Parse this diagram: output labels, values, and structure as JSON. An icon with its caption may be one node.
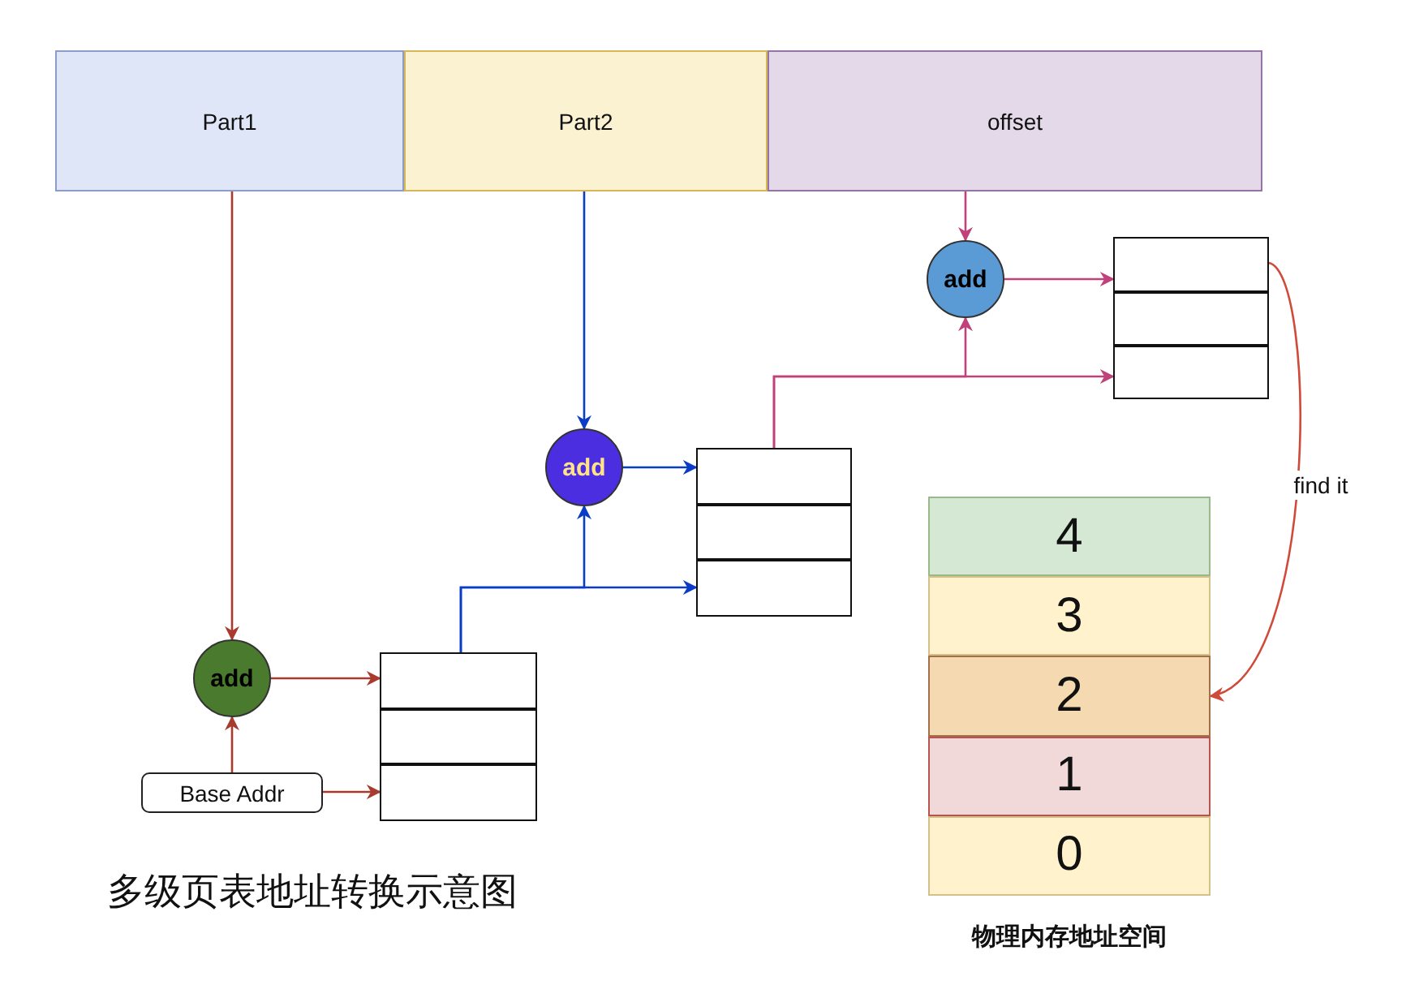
{
  "diagram": {
    "caption": "多级页表地址转换示意图",
    "nodes": [
      {
        "text": [
          "Part1"
        ]
      },
      {
        "text": [
          "Part2"
        ]
      },
      {
        "text": [
          "offset"
        ]
      },
      {
        "text": [
          "add"
        ]
      },
      {
        "text": [
          "Base Addr"
        ]
      },
      {
        "text": [],
        "shape": "box"
      },
      {
        "text": [],
        "shape": "box",
        "in": 5
      },
      {
        "text": [],
        "shape": "box",
        "in": 5
      },
      {
        "text": [],
        "shape": "box",
        "in": 5
      },
      {
        "text": [
          "add"
        ]
      },
      {
        "text": [],
        "shape": "box"
      },
      {
        "text": [],
        "shape": "box",
        "in": 10
      },
      {
        "text": [],
        "shape": "box",
        "in": 10
      },
      {
        "text": [],
        "shape": "box",
        "in": 10
      },
      {
        "text": [
          "add"
        ]
      },
      {
        "text": [],
        "shape": "box"
      },
      {
        "text": [],
        "shape": "box",
        "in": 15
      },
      {
        "text": [],
        "shape": "box",
        "in": 15
      },
      {
        "text": [],
        "shape": "box",
        "in": 15
      },
      {
        "text": [],
        "shape": "box"
      },
      {
        "text": [
          "4"
        ],
        "in": 19
      },
      {
        "text": [
          "3"
        ],
        "in": 19
      },
      {
        "text": [
          "2"
        ],
        "in": 19
      },
      {
        "text": [
          "1"
        ],
        "in": 19
      },
      {
        "text": [
          "0"
        ],
        "in": 19
      }
    ],
    "edges": [
      {
        "from": 0,
        "to": 3,
        "arrow": "to",
        "color": "#a83a2e"
      },
      {
        "from": 4,
        "to": 3,
        "arrow": "to",
        "color": "#a83a2e"
      },
      {
        "from": 4,
        "to": 8,
        "arrow": "to",
        "color": "#a83a2e"
      },
      {
        "from": 3,
        "to": 6,
        "arrow": "to",
        "color": "#a83a2e"
      },
      {
        "from": 1,
        "to": 9,
        "arrow": "to",
        "color": "#0a3cc8"
      },
      {
        "from": 5,
        "to": 9,
        "arrow": "to",
        "color": "#0a3cc8"
      },
      {
        "from": 5,
        "to": 13,
        "arrow": "to",
        "color": "#0a3cc8"
      },
      {
        "from": 9,
        "to": 11,
        "arrow": "to",
        "color": "#0a3cc8"
      },
      {
        "from": 2,
        "to": 14,
        "arrow": "to",
        "color": "#c0427a"
      },
      {
        "from": 10,
        "to": 14,
        "arrow": "to",
        "color": "#c0427a"
      },
      {
        "from": 10,
        "to": 18,
        "arrow": "to",
        "color": "#c0427a"
      },
      {
        "from": 14,
        "to": 16,
        "arrow": "to",
        "color": "#c0427a"
      },
      {
        "from": 16,
        "to": 22,
        "arrow": "to",
        "color": "#d04a3a",
        "label": "find it"
      }
    ],
    "labels": [
      "物理内存地址空间"
    ]
  }
}
